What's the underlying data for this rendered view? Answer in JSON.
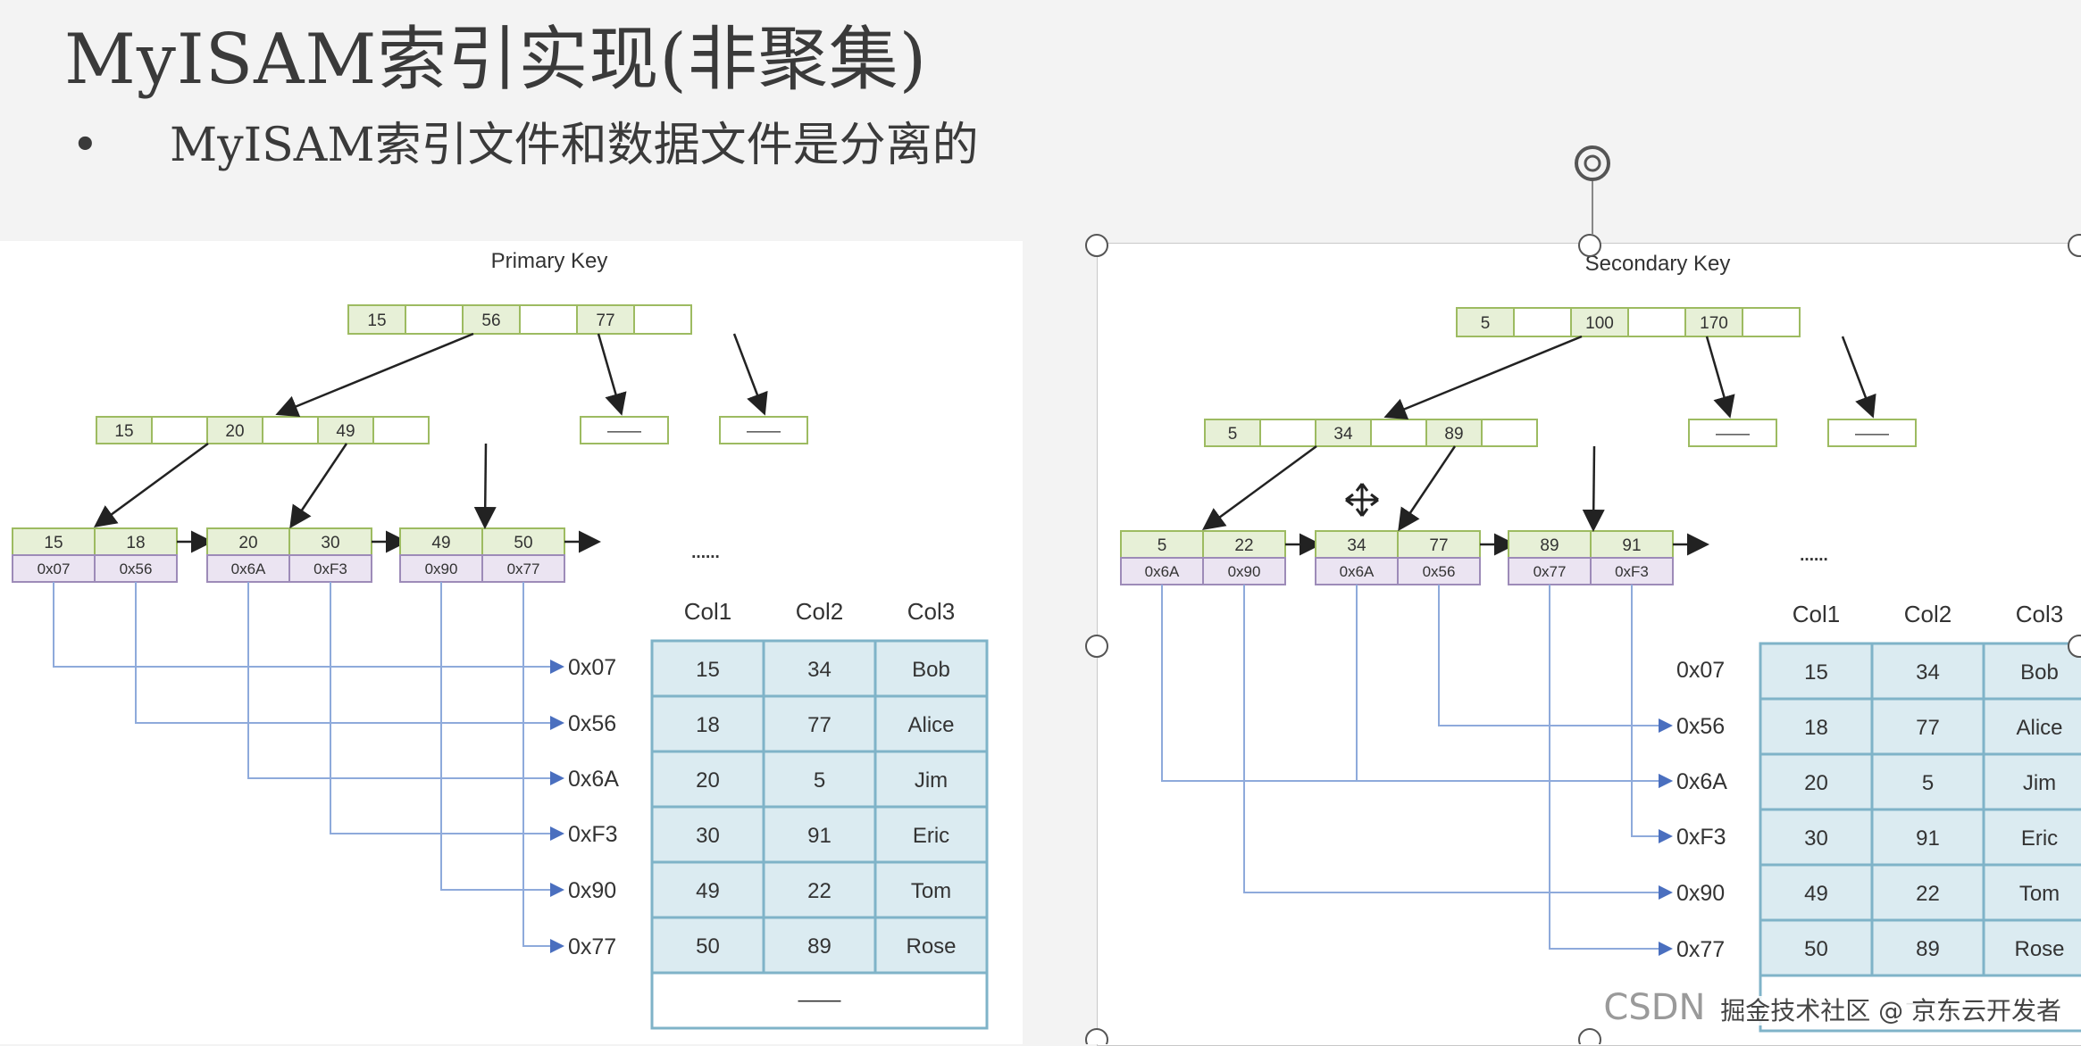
{
  "title": "MyISAM索引实现(非聚集)",
  "bullet": "MyISAM索引文件和数据文件是分离的",
  "panels": [
    {
      "caption": "Primary Key",
      "root_keys": [
        "15",
        "56",
        "77"
      ],
      "mid_keys": [
        "15",
        "20",
        "49"
      ],
      "leaves": [
        {
          "keys": [
            "15",
            "18"
          ],
          "addrs": [
            "0x07",
            "0x56"
          ]
        },
        {
          "keys": [
            "20",
            "30"
          ],
          "addrs": [
            "0x6A",
            "0xF3"
          ]
        },
        {
          "keys": [
            "49",
            "50"
          ],
          "addrs": [
            "0x90",
            "0x77"
          ]
        }
      ],
      "ellipsis": "......",
      "collapsed_node_text": "——",
      "pointer_labels": [
        "0x07",
        "0x56",
        "0x6A",
        "0xF3",
        "0x90",
        "0x77"
      ],
      "table": {
        "headers": [
          "Col1",
          "Col2",
          "Col3"
        ],
        "rows": [
          [
            "15",
            "34",
            "Bob"
          ],
          [
            "18",
            "77",
            "Alice"
          ],
          [
            "20",
            "5",
            "Jim"
          ],
          [
            "30",
            "91",
            "Eric"
          ],
          [
            "49",
            "22",
            "Tom"
          ],
          [
            "50",
            "89",
            "Rose"
          ]
        ],
        "footer": "——"
      }
    },
    {
      "caption": "Secondary Key",
      "root_keys": [
        "5",
        "100",
        "170"
      ],
      "mid_keys": [
        "5",
        "34",
        "89"
      ],
      "leaves": [
        {
          "keys": [
            "5",
            "22"
          ],
          "addrs": [
            "0x6A",
            "0x90"
          ]
        },
        {
          "keys": [
            "34",
            "77"
          ],
          "addrs": [
            "0x6A",
            "0x56"
          ]
        },
        {
          "keys": [
            "89",
            "91"
          ],
          "addrs": [
            "0x77",
            "0xF3"
          ]
        }
      ],
      "ellipsis": "......",
      "collapsed_node_text": "——",
      "pointer_labels": [
        "0x07",
        "0x56",
        "0x6A",
        "0xF3",
        "0x90",
        "0x77"
      ],
      "table": {
        "headers": [
          "Col1",
          "Col2",
          "Col3"
        ],
        "rows": [
          [
            "15",
            "34",
            "Bob"
          ],
          [
            "18",
            "77",
            "Alice"
          ],
          [
            "20",
            "5",
            "Jim"
          ],
          [
            "30",
            "91",
            "Eric"
          ],
          [
            "49",
            "22",
            "Tom"
          ],
          [
            "50",
            "89",
            "Rose"
          ]
        ],
        "footer": "——"
      }
    }
  ],
  "watermark": {
    "csdn": "CSDN",
    "credit": "掘金技术社区 @ 京东云开发者"
  },
  "colors": {
    "node_fill": "#e7f0d7",
    "node_border": "#9dbb61",
    "addr_fill": "#ebe4f2",
    "addr_border": "#9d8bb8",
    "table_fill": "#dbebf1",
    "table_border": "#7fb3c8",
    "pointer_line": "#8eaadb"
  }
}
